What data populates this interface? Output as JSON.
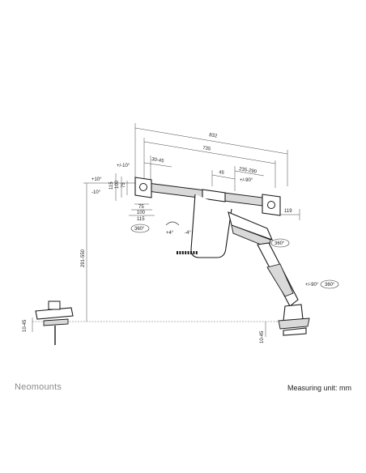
{
  "brand": "Neomounts",
  "footer": {
    "measuring_unit": "Measuring unit: mm"
  },
  "dimensions": {
    "overall_width": "832",
    "arm_span": "735",
    "left_offset": "30-45",
    "inner_offset": "45",
    "right_offset": "235-290",
    "vesa_h1": "75",
    "vesa_h2": "100",
    "vesa_h3": "115",
    "vesa_v1": "75",
    "vesa_v2": "100",
    "vesa_v3": "115",
    "height_range": "291-550",
    "clamp_left": "10-45",
    "clamp_right": "10-45",
    "right_depth": "119",
    "tilt_left_pos": "+10°",
    "tilt_left_neg": "-10°",
    "tilt_left_top": "+/-10°",
    "tilt_right_top": "+/-90°",
    "swivel_pos": "+4°",
    "swivel_neg": "-4°",
    "rotate_left": "360°",
    "rotate_right": "360°",
    "base_rotate_a": "+/-90°",
    "base_rotate_b": "360°"
  }
}
